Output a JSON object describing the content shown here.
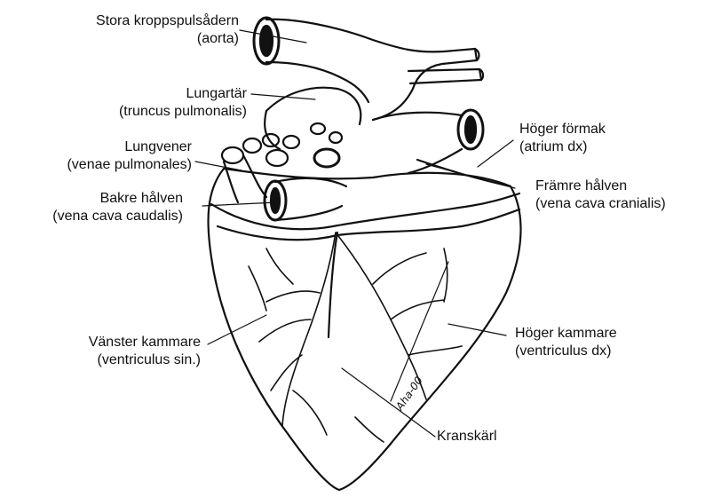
{
  "labels": {
    "aorta": {
      "name": "Stora kroppspulsådern",
      "latin": "(aorta)"
    },
    "pulmonary_artery": {
      "name": "Lungartär",
      "latin": "(truncus pulmonalis)"
    },
    "pulmonary_veins": {
      "name": "Lungvener",
      "latin": "(venae pulmonales)"
    },
    "caudal_vena_cava": {
      "name": "Bakre hålven",
      "latin": "(vena cava caudalis)"
    },
    "right_atrium": {
      "name": "Höger förmak",
      "latin": "(atrium dx)"
    },
    "cranial_vena_cava": {
      "name": "Främre hålven",
      "latin": "(vena cava cranialis)"
    },
    "left_ventricle": {
      "name": "Vänster kammare",
      "latin": "(ventriculus sin.)"
    },
    "right_ventricle": {
      "name": "Höger kammare",
      "latin": "(ventriculus dx)"
    },
    "coronary_vessels": {
      "name": "Kranskärl"
    }
  },
  "signature": "Aha-00",
  "colors": {
    "ink": "#111111",
    "background": "#ffffff"
  }
}
